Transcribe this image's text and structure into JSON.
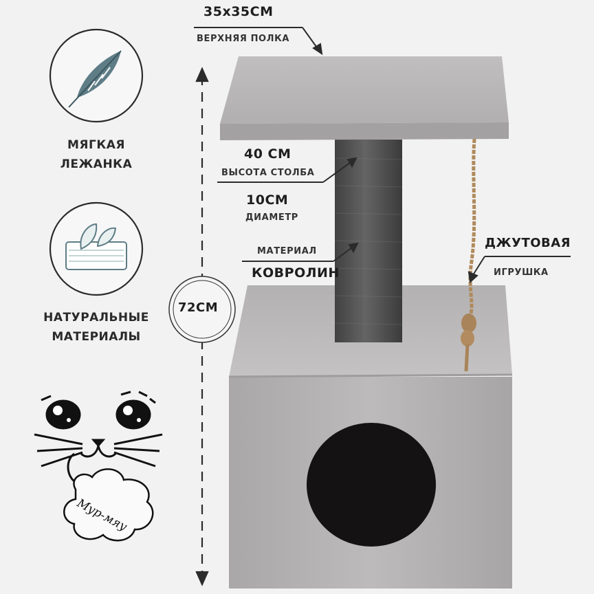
{
  "top_shelf": {
    "size": "35x35CM",
    "caption": "ВЕРХНЯЯ ПОЛКА"
  },
  "post": {
    "height_value": "40 CM",
    "height_caption": "ВЫСОТА СТОЛБА",
    "diameter_value": "10CM",
    "diameter_caption": "ДИАМЕТР",
    "material_caption": "МАТЕРИАЛ",
    "material_value": "КОВРОЛИН"
  },
  "total_height": "72CM",
  "toy": {
    "line1": "ДЖУТОВАЯ",
    "line2": "ИГРУШКА"
  },
  "features": [
    {
      "line1": "МЯГКАЯ",
      "line2": "ЛЕЖАНКА",
      "icon": "feather-icon"
    },
    {
      "line1": "НАТУРАЛЬНЫЕ",
      "line2": "МАТЕРИАЛЫ",
      "icon": "leaf-mattress-icon"
    }
  ],
  "logo": {
    "text": "Мур-мяу"
  },
  "colors": {
    "plush": "#b9b7b8",
    "post": "#5a5a5a",
    "rope": "#b08a5c",
    "background": "#f2f2f2"
  }
}
